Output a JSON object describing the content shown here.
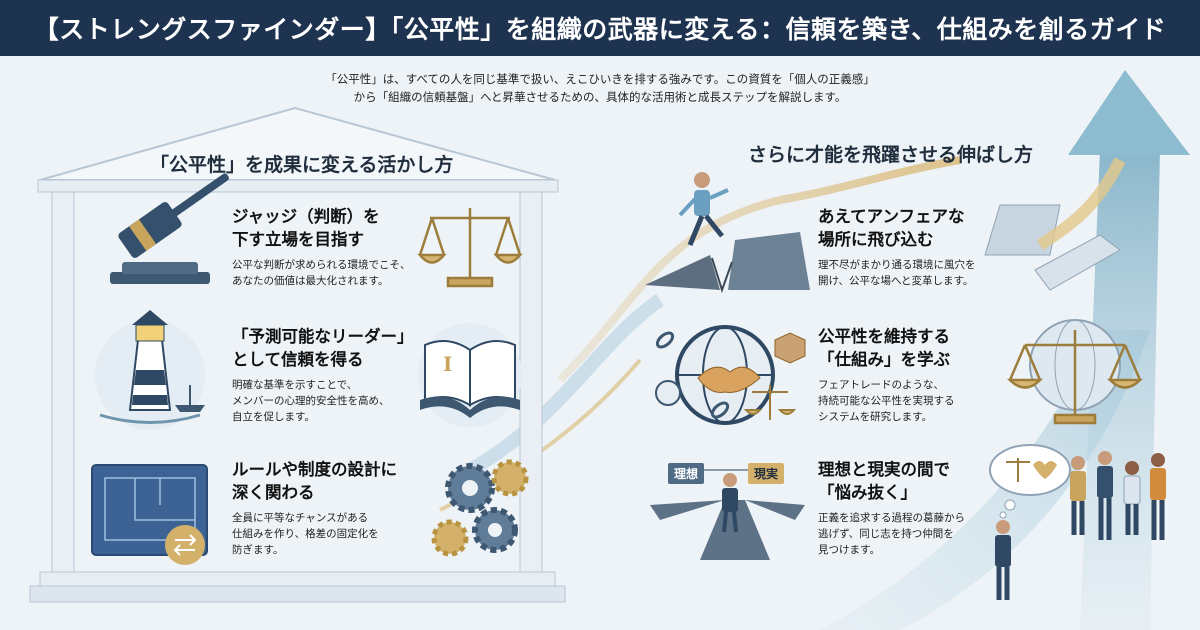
{
  "header": {
    "title": "【ストレングスファインダー】「公平性」を組織の武器に変える：信頼を築き、仕組みを創るガイド"
  },
  "intro": {
    "line1": "「公平性」は、すべての人を同じ基準で扱い、えこひいきを排する強みです。この資質を「個人の正義感」",
    "line2": "から「組織の信頼基盤」へと昇華させるための、具体的な活用術と成長ステップを解説します。"
  },
  "left": {
    "title": "「公平性」を成果に変える活かし方",
    "items": [
      {
        "heading1": "ジャッジ（判断）を",
        "heading2": "下す立場を目指す",
        "body1": "公平な判断が求められる環境でこそ、",
        "body2": "あなたの価値は最大化されます。",
        "body3": ""
      },
      {
        "heading1": "「予測可能なリーダー」",
        "heading2": "として信頼を得る",
        "body1": "明確な基準を示すことで、",
        "body2": "メンバーの心理的安全性を高め、",
        "body3": "自立を促します。"
      },
      {
        "heading1": "ルールや制度の設計に",
        "heading2": "深く関わる",
        "body1": "全員に平等なチャンスがある",
        "body2": "仕組みを作り、格差の固定化を",
        "body3": "防ぎます。"
      }
    ]
  },
  "right": {
    "title": "さらに才能を飛躍させる伸ばし方",
    "items": [
      {
        "heading1": "あえてアンフェアな",
        "heading2": "場所に飛び込む",
        "body1": "理不尽がまかり通る環境に風穴を",
        "body2": "開け、公平な場へと変革します。",
        "body3": ""
      },
      {
        "heading1": "公平性を維持する",
        "heading2": "「仕組み」を学ぶ",
        "body1": "フェアトレードのような、",
        "body2": "持続可能な公平性を実現する",
        "body3": "システムを研究します。"
      },
      {
        "heading1": "理想と現実の間で",
        "heading2": "「悩み抜く」",
        "body1": "正義を追求する過程の葛藤から",
        "body2": "逃げず、同じ志を持つ仲間を",
        "body3": "見つけます。"
      }
    ]
  },
  "signs": {
    "ideal": "理想",
    "reality": "現実"
  },
  "book": {
    "letter": "I"
  },
  "colors": {
    "navy": "#1e3350",
    "gold": "#c9a45c",
    "teal": "#3e6f8e",
    "steel": "#4f6b86"
  }
}
